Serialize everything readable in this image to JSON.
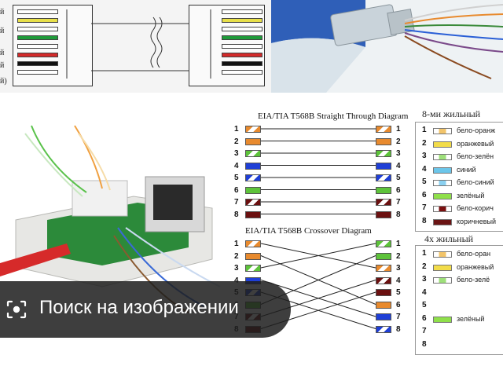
{
  "wiring_diagram": {
    "side_labels": [
      "й",
      "й",
      "й",
      "й",
      "й)"
    ],
    "colors": [
      "#ffffff",
      "#e8e04a",
      "#ffffff",
      "#1f9a3a",
      "#ffffff",
      "#d22a2a",
      "#111111",
      "#ffffff"
    ]
  },
  "straight_diagram": {
    "title": "EIA/TIA T568B Straight Through Diagram",
    "pins": [
      "1",
      "2",
      "3",
      "4",
      "5",
      "6",
      "7",
      "8"
    ]
  },
  "crossover_diagram": {
    "title": "EIA/TIA T568B Crossover Diagram",
    "pins": [
      "1",
      "2",
      "3",
      "4",
      "5",
      "6",
      "7",
      "8"
    ]
  },
  "pair_colors": {
    "orange": "#e88a2e",
    "green": "#5dc33a",
    "blue": "#1f3fd6",
    "brown": "#6b1010"
  },
  "table_8wire": {
    "title": "8-ми  жильный",
    "rows": [
      {
        "num": "1",
        "name": "бело-оранж",
        "swatch": "#f2c46a",
        "stripe": true
      },
      {
        "num": "2",
        "name": "оранжевый",
        "swatch": "#f2dc4a",
        "stripe": false
      },
      {
        "num": "3",
        "name": "бело-зелён",
        "swatch": "#9ee07a",
        "stripe": true
      },
      {
        "num": "4",
        "name": "синий",
        "swatch": "#6cc6ea",
        "stripe": false
      },
      {
        "num": "5",
        "name": "бело-синий",
        "swatch": "#8ad0f0",
        "stripe": true
      },
      {
        "num": "6",
        "name": "зелёный",
        "swatch": "#8fe04a",
        "stripe": false
      },
      {
        "num": "7",
        "name": "бело-корич",
        "swatch": "#7a1010",
        "stripe": true
      },
      {
        "num": "8",
        "name": "коричневый",
        "swatch": "#6b1414",
        "stripe": false
      }
    ]
  },
  "table_4wire": {
    "title": "4х  жильный",
    "rows": [
      {
        "num": "1",
        "name": "бело-оран",
        "swatch": "#f2c46a",
        "stripe": true
      },
      {
        "num": "2",
        "name": "оранжевый",
        "swatch": "#f2dc4a",
        "stripe": false
      },
      {
        "num": "3",
        "name": "бело-зелё",
        "swatch": "#9ee07a",
        "stripe": true
      },
      {
        "num": "4",
        "name": "",
        "swatch": "",
        "stripe": false
      },
      {
        "num": "5",
        "name": "",
        "swatch": "",
        "stripe": false
      },
      {
        "num": "6",
        "name": "зелёный",
        "swatch": "#8fe04a",
        "stripe": false
      },
      {
        "num": "7",
        "name": "",
        "swatch": "",
        "stripe": false
      },
      {
        "num": "8",
        "name": "",
        "swatch": "",
        "stripe": false
      }
    ]
  },
  "search_overlay": {
    "label": "Поиск на изображении",
    "icon": "lens-icon"
  }
}
